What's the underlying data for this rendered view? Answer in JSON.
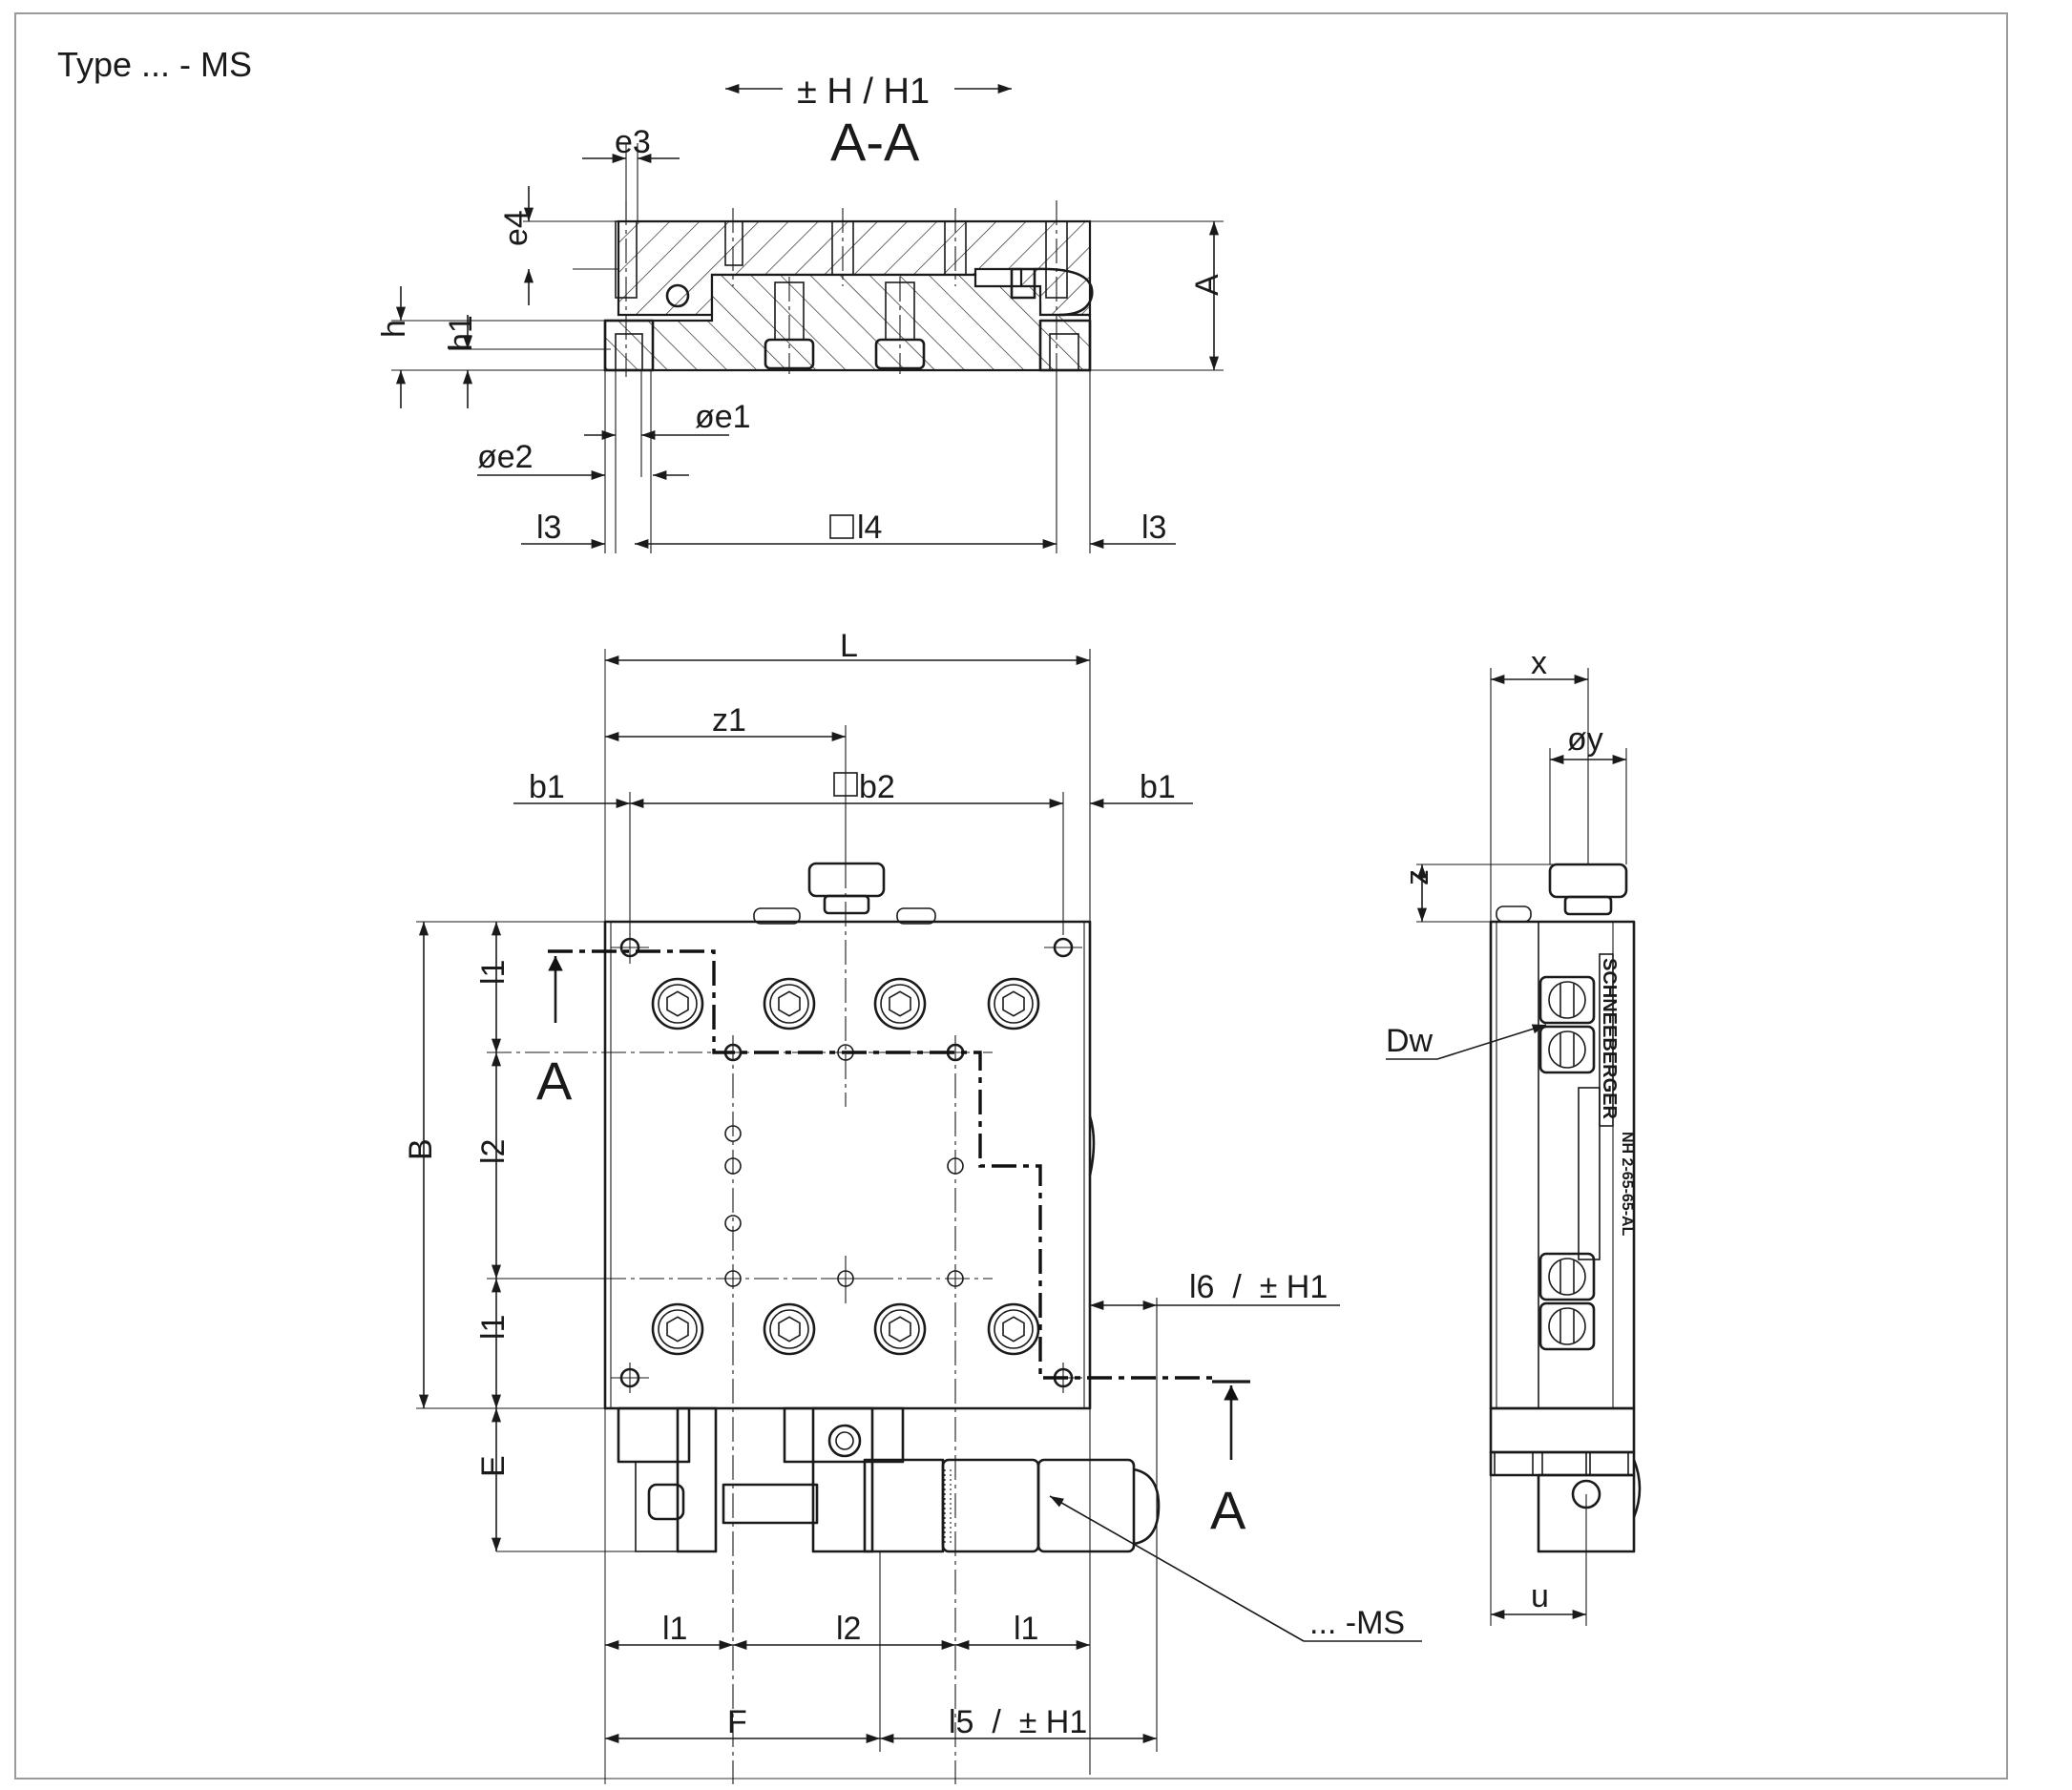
{
  "type_label": "Type ... - MS",
  "section_title": "A-A",
  "travel_label": "± H / H1",
  "section_marker": "A",
  "brand_text": "SCHNEEBERGER",
  "model_text": "NH 2-65-65-AL",
  "dimensions": {
    "e3": "e3",
    "e4": "e4",
    "A": "A",
    "h": "h",
    "h1": "h1",
    "e1": "øe1",
    "e2": "øe2",
    "l3": "l3",
    "l4": "l4",
    "L": "L",
    "z1": "z1",
    "b1": "b1",
    "b2": "b2",
    "B": "B",
    "l1": "l1",
    "l2": "l2",
    "E": "E",
    "F": "F",
    "l5": "l5  /  ± H1",
    "l6": "l6  /  ± H1",
    "ms": "... -MS",
    "x": "x",
    "y": "øy",
    "z": "z",
    "Dw": "Dw",
    "u": "u"
  }
}
